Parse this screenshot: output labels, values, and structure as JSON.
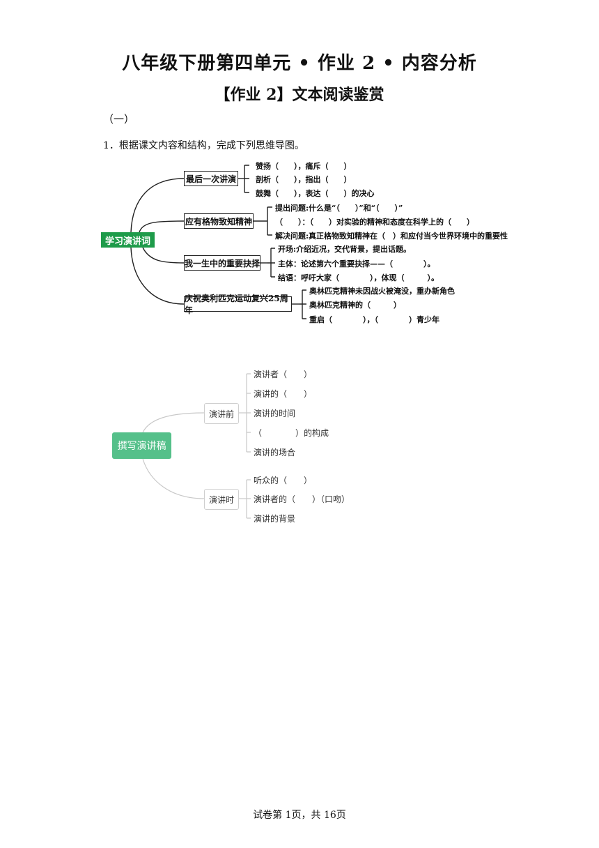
{
  "title": "八年级下册第四单元 • 作业 2 • 内容分析",
  "subtitle": "【作业 2】文本阅读鉴赏",
  "section": "（一）",
  "question": "1．根据课文内容和结构，完成下列思维导图。",
  "mindmap1": {
    "root": "学习演讲词",
    "branches": [
      {
        "label": "最后一次讲演",
        "items": [
          "赞扬（　　），痛斥（　　）",
          "剖析（　　），指出（　　）",
          "鼓舞（　　），表达（　　）的决心"
        ]
      },
      {
        "label": "应有格物致知精神",
        "items": [
          "提出问题:什么是“（　　）”和“（　　）”",
          "（　　）：（　　）对实验的精神和态度在科学上的（　　）",
          "解决问题:真正格物致知精神在（　）和应付当今世界环境中的重要性"
        ]
      },
      {
        "label": "我一生中的重要抉择",
        "items": [
          "开场:介绍近况，交代背景，提出话题。",
          "主体：论述第六个重要抉择——（　　　　）。",
          "结语：呼吁大家（　　　　），体现（　　　）。"
        ]
      },
      {
        "label": "庆祝奥利匹克运动复兴25周年",
        "items": [
          "奥林匹克精神未因战火被淹没，重办新角色",
          "奥林匹克精神的（　　　）",
          "重启（　　　　），（　　　　）青少年"
        ]
      }
    ]
  },
  "mindmap2": {
    "root": "撰写演讲稿",
    "branches": [
      {
        "label": "演讲前",
        "items": [
          "演讲者（　　）",
          "演讲的（　　）",
          "演讲的时间",
          "（　　　　）的构成",
          "演讲的场合"
        ]
      },
      {
        "label": "演讲时",
        "items": [
          "听众的（　　）",
          "演讲者的（　　）（口吻）",
          "演讲的背景"
        ]
      }
    ]
  },
  "footer": "试卷第 1页，共 16页"
}
